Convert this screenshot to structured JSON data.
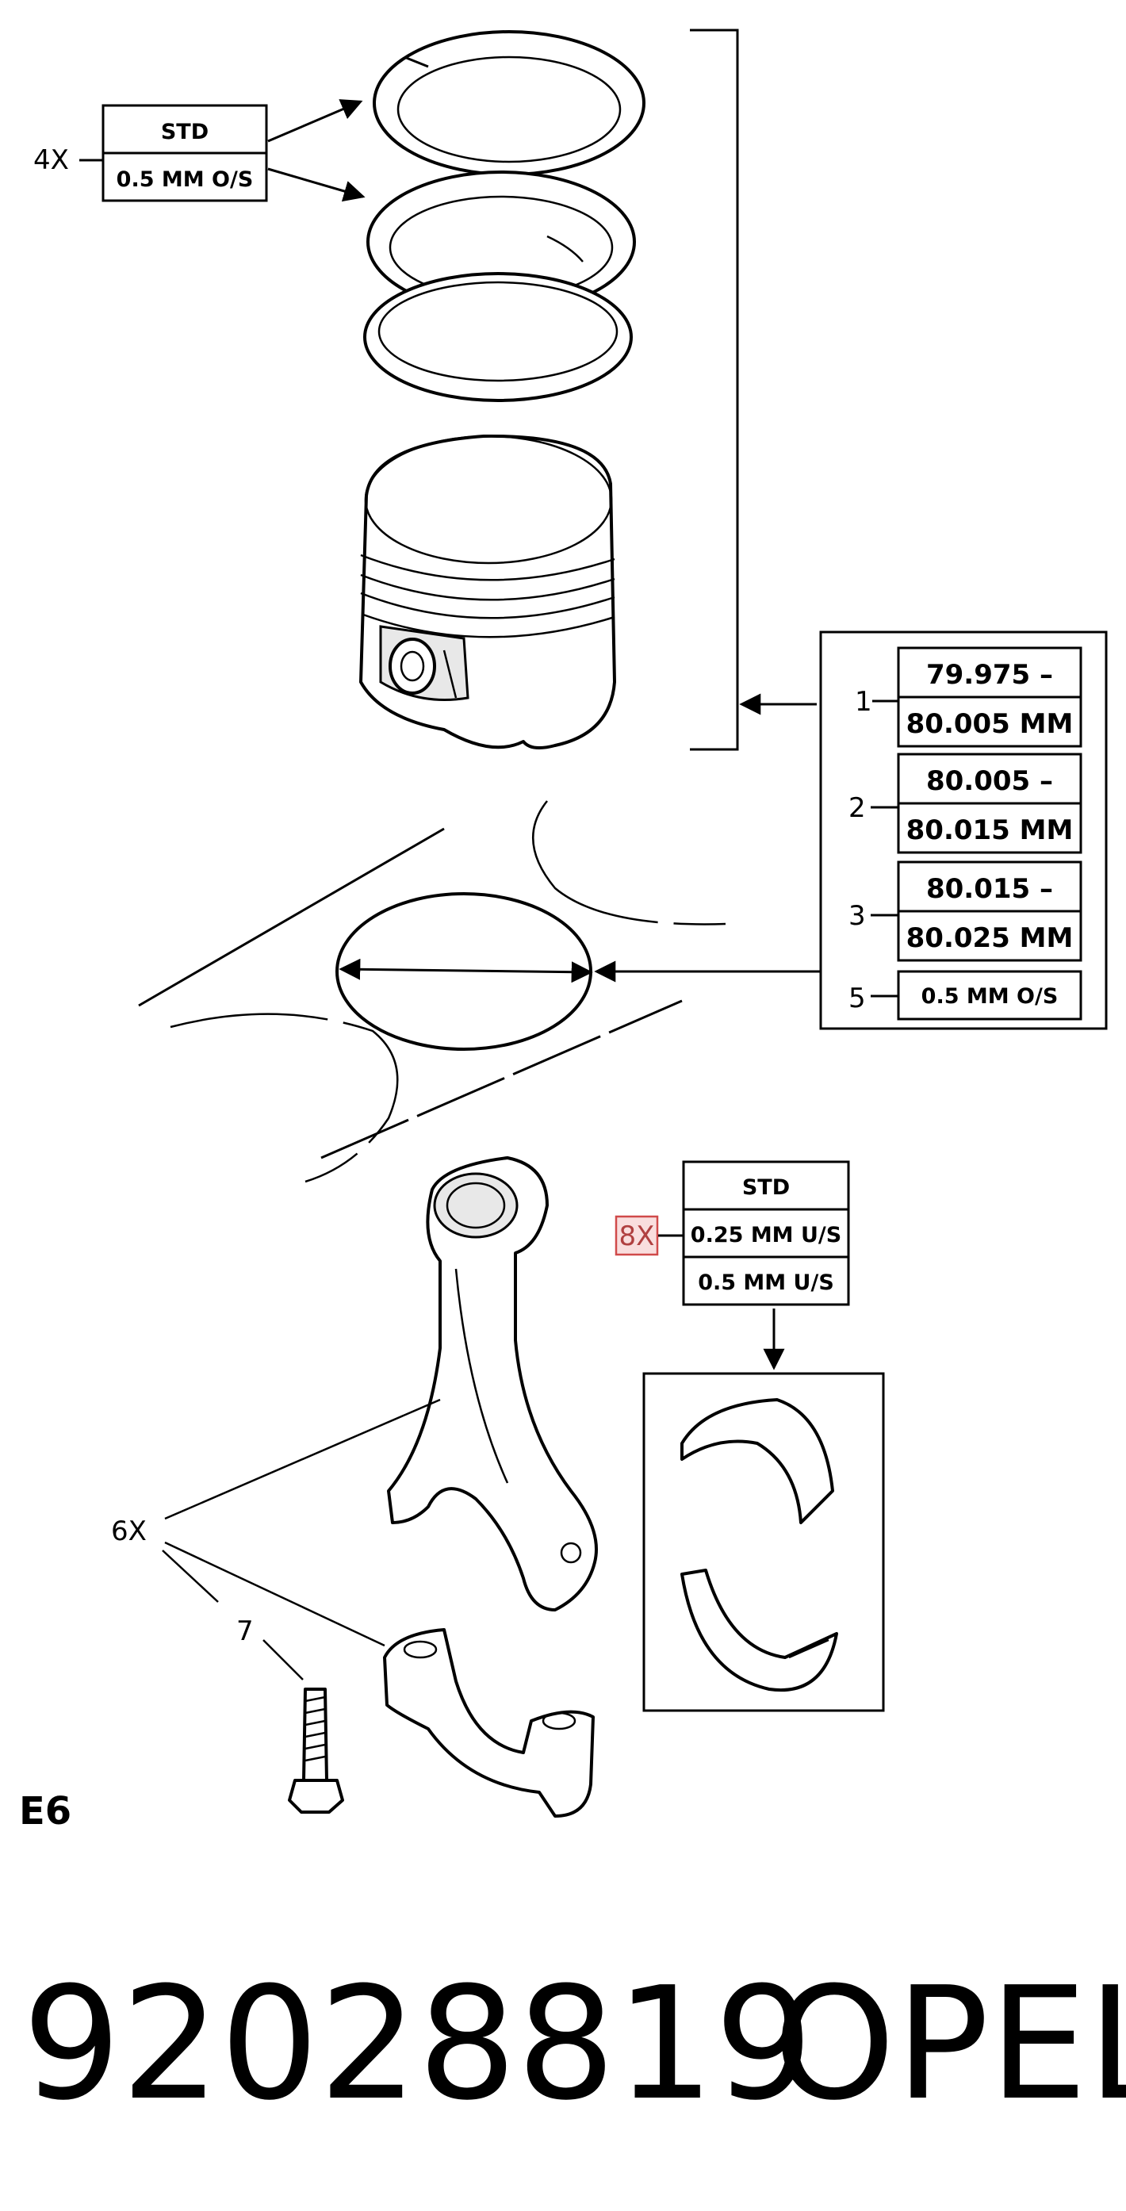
{
  "diagram": {
    "code": "E6",
    "rings": {
      "qty": "4X",
      "options": [
        "STD",
        "0.5 MM O/S"
      ]
    },
    "piston_sizes": [
      {
        "index": "1",
        "line1": "79.975 –",
        "line2": "80.005 MM"
      },
      {
        "index": "2",
        "line1": "80.005 –",
        "line2": "80.015 MM"
      },
      {
        "index": "3",
        "line1": "80.015 –",
        "line2": "80.025 MM"
      },
      {
        "index": "5",
        "line1": "0.5 MM O/S"
      }
    ],
    "bearings": {
      "qty": "8X",
      "options": [
        "STD",
        "0.25 MM U/S",
        "0.5 MM U/S"
      ]
    },
    "conrod_qty": "6X",
    "bolt_index": "7"
  },
  "part": {
    "number": "92028819",
    "brand": "OPEL"
  },
  "colors": {
    "highlight_fill": "#f9dede",
    "highlight_stroke": "#d04a4a"
  }
}
